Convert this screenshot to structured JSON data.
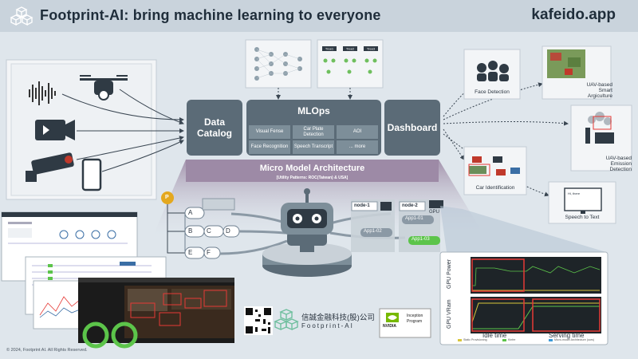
{
  "header": {
    "title": "Footprint-AI: bring machine learning to everyone",
    "site": "kafeido.app"
  },
  "catalog": {
    "label_line1": "Data",
    "label_line2": "Catalog"
  },
  "mlops": {
    "title": "MLOps",
    "tasks": [
      "Visual Fense",
      "Car Plate Detection",
      "AOI",
      "Face Recognition",
      "Speech Transcript",
      "... more"
    ]
  },
  "dashboard": {
    "label": "Dashboard"
  },
  "tree_labels": [
    "Tree1",
    "Tree2",
    "Tree3"
  ],
  "micro": {
    "title": "Micro Model Architecture",
    "subtitle": "[Utility Patterns: ROC(Taiwan) & USA]"
  },
  "graph_nodes": [
    "A",
    "B",
    "C",
    "D",
    "E",
    "F"
  ],
  "p_badge": "P",
  "nodes": [
    "node-1",
    "node-2"
  ],
  "apps": [
    "App1-01",
    "App1-02",
    "App1-03"
  ],
  "gpu_label": "GPU",
  "outputs": [
    "Face Detection",
    "UAV-based Smart Argiculture",
    "UAV-based Emission Detection",
    "Car Identification",
    "Speech to Text"
  ],
  "gpu_panel": {
    "axis_power": "GPU Power",
    "axis_vram": "GPU VRam",
    "idle": "Idle time",
    "serving": "Serving time",
    "legend": [
      "Static Provisioning",
      "Kinfre",
      "Micro-model Architecture (ours)"
    ]
  },
  "company": {
    "cn": "信誠金融科技(股)公司",
    "en": "Footprint-AI"
  },
  "nvidia": {
    "brand": "NVIDIA",
    "program_line1": "Inception",
    "program_line2": "Program"
  },
  "speech_ui_text": "Hi, there",
  "copyright": "© 2024, Footprint AI. All Rights Reserved.",
  "colors": {
    "header_bg": "#c9d3dc",
    "dark_box": "#5b6b77",
    "micro_bar": "#9d8aa6",
    "accent_green": "#5cc44a",
    "alert_red": "#e53935"
  }
}
